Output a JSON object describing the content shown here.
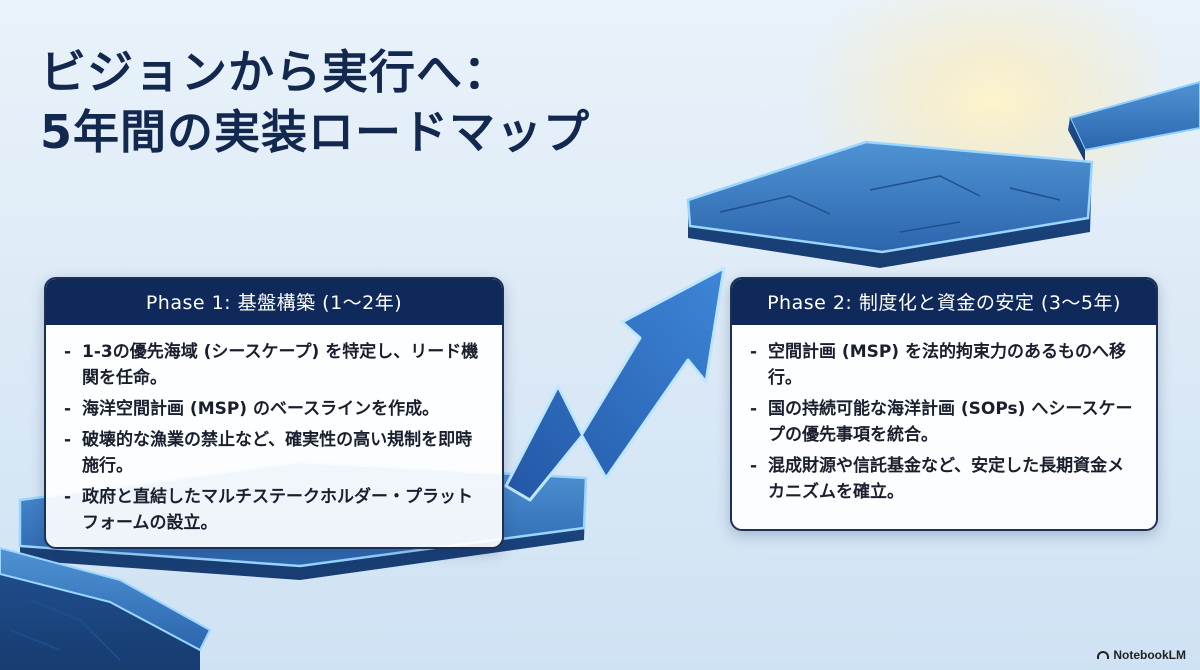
{
  "title": {
    "line1": "ビジョンから実行へ：",
    "line2": "5年間の実装ロードマップ"
  },
  "phases": [
    {
      "header": "Phase 1: 基盤構築 (1〜2年)",
      "items": [
        "1-3の優先海域 (シースケープ) を特定し、リード機関を任命。",
        "海洋空間計画 (MSP) のベースラインを作成。",
        "破壊的な漁業の禁止など、確実性の高い規制を即時施行。",
        "政府と直結したマルチステークホルダー・プラットフォームの設立。"
      ]
    },
    {
      "header": "Phase 2: 制度化と資金の安定 (3〜5年)",
      "items": [
        "空間計画 (MSP) を法的拘束力のあるものへ移行。",
        "国の持続可能な海洋計画 (SOPs) へシースケープの優先事項を統合。",
        "混成財源や信託基金など、安定した長期資金メカニズムを確立。"
      ]
    }
  ],
  "brand": {
    "label": "NotebookLM",
    "icon": "notebooklm-logo-icon"
  },
  "colors": {
    "title": "#13284f",
    "header_bg": "#0f2a5a",
    "platform_blue": "#2f6fb3",
    "arrow_blue": "#2e6cc2"
  }
}
